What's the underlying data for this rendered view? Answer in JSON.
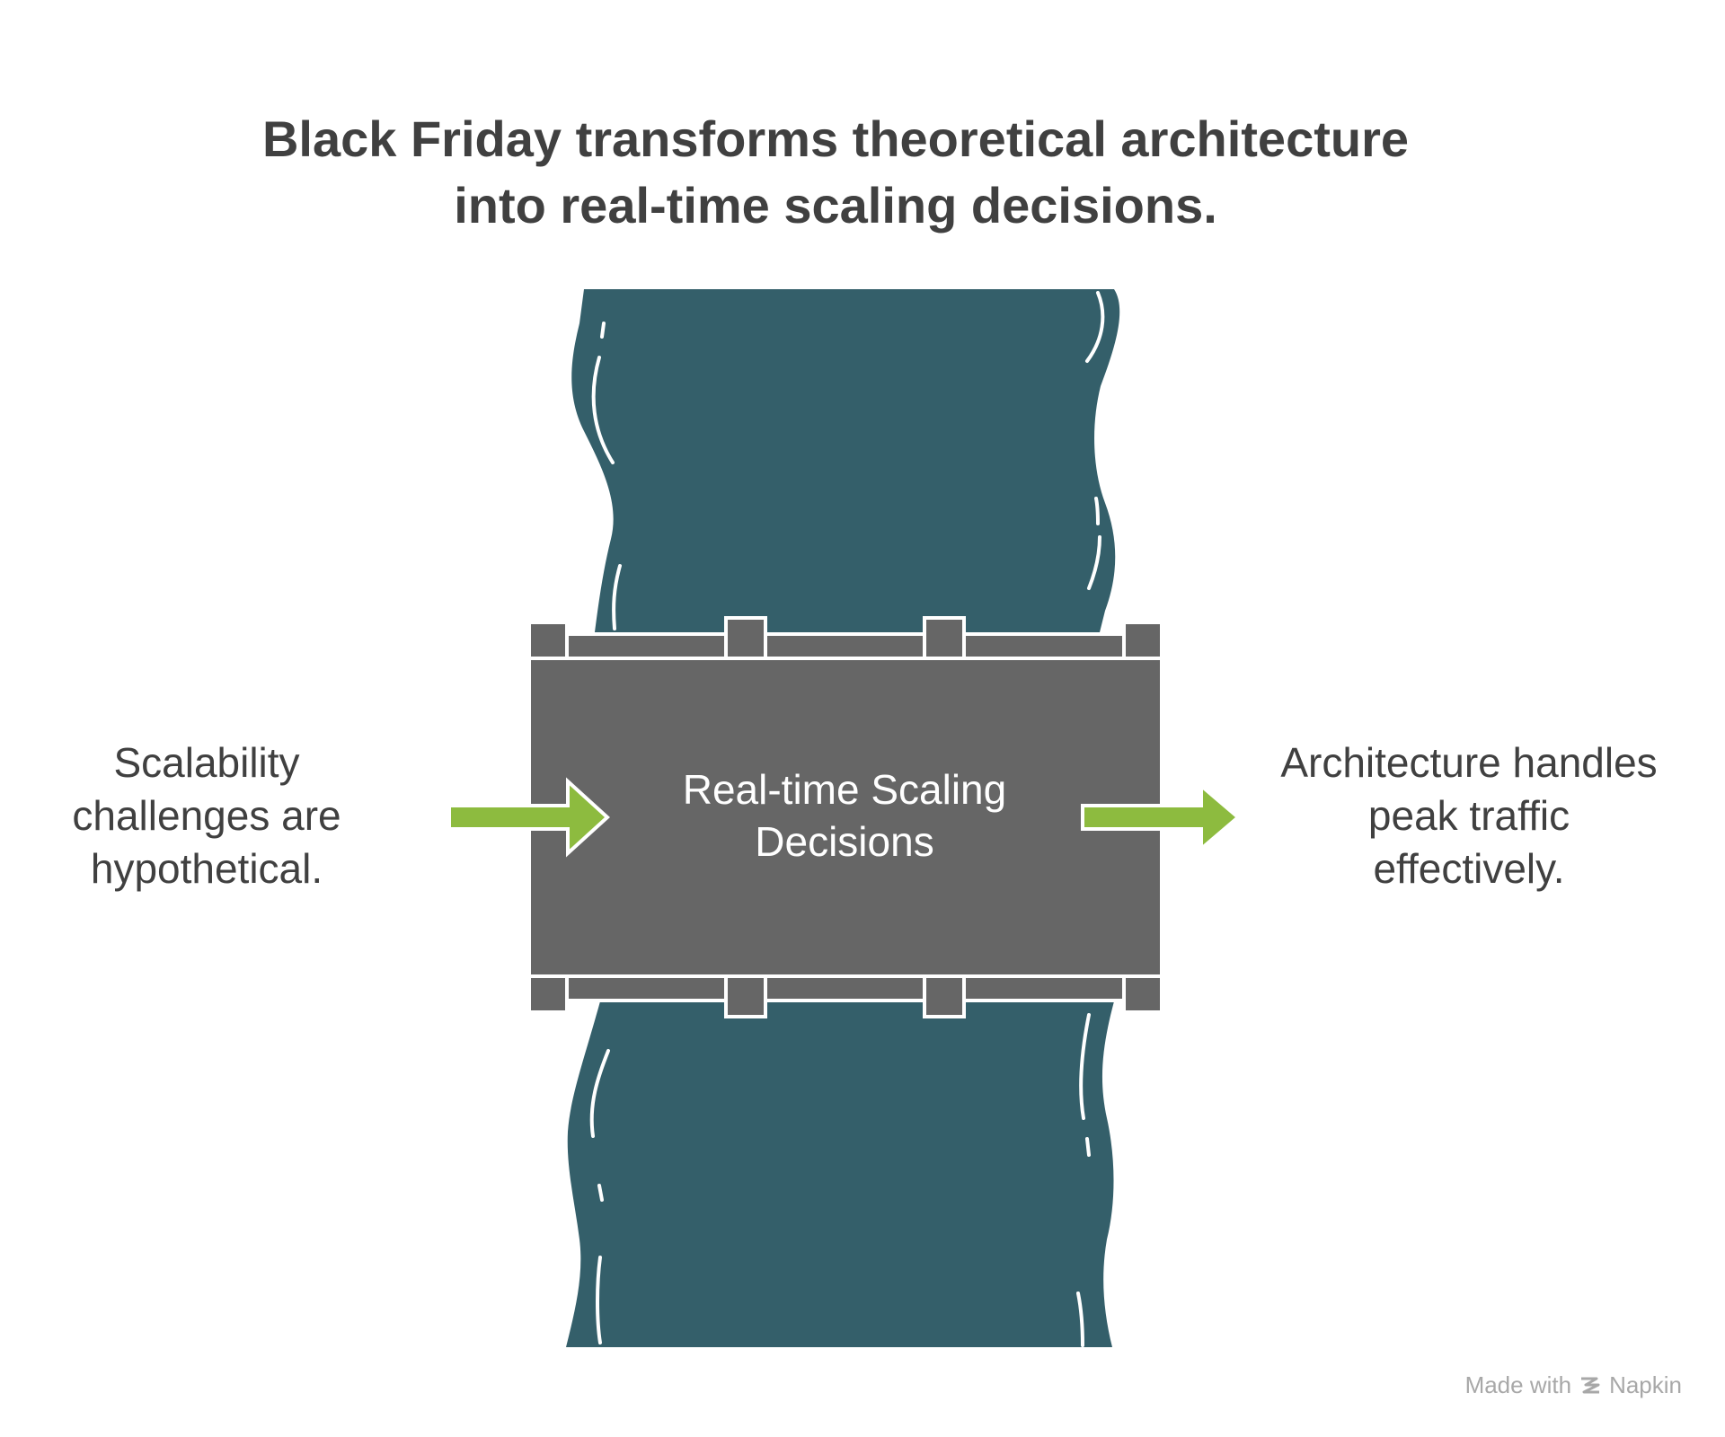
{
  "title": {
    "line1": "Black Friday transforms theoretical architecture",
    "line2": "into real-time scaling decisions."
  },
  "left_text": {
    "line1": "Scalability",
    "line2": "challenges are",
    "line3": "hypothetical."
  },
  "center_label": {
    "line1": "Real-time Scaling",
    "line2": "Decisions"
  },
  "right_text": {
    "line1": "Architecture handles",
    "line2": "peak traffic",
    "line3": "effectively."
  },
  "watermark": {
    "made_with": "Made with",
    "brand": "Napkin",
    "icon": "napkin-logo-icon"
  },
  "colors": {
    "river": "#345f6a",
    "bridge": "#666666",
    "arrow": "#8dbb3f",
    "text": "#404040"
  }
}
